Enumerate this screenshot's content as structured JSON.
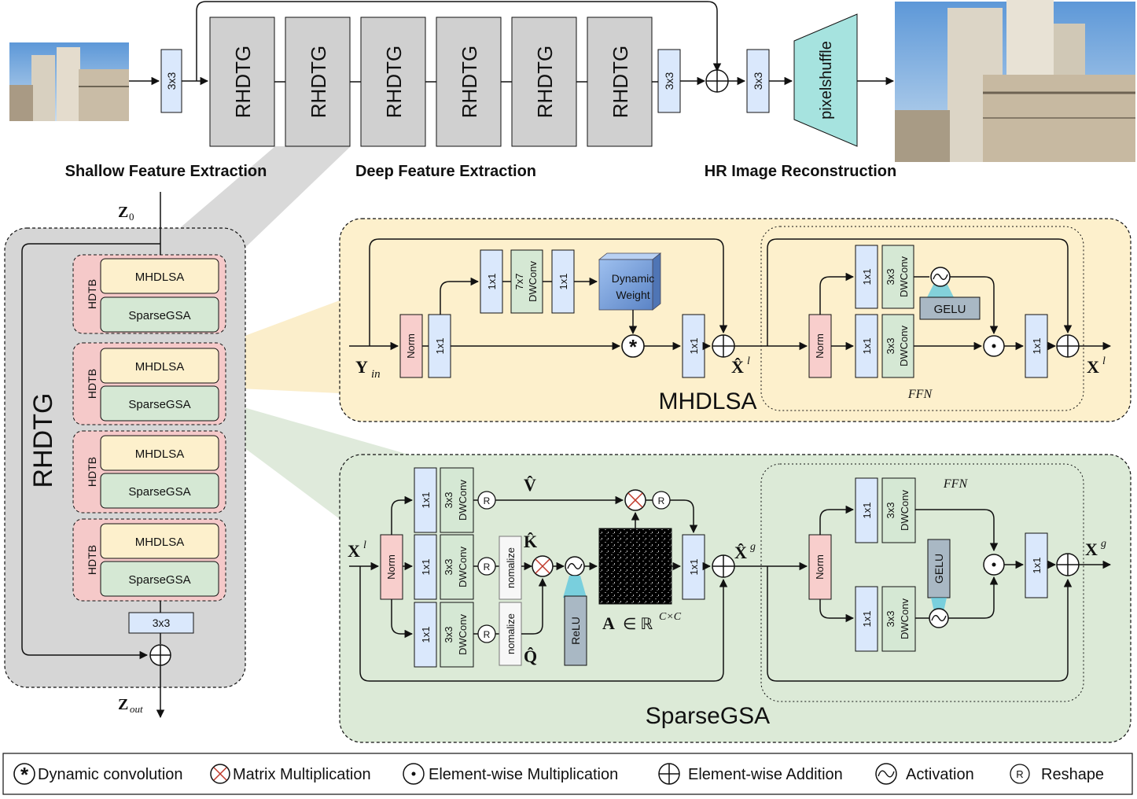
{
  "top": {
    "conv": "3x3",
    "rhdtg": "RHDTG",
    "pixelshuffle": "pixelshuffle",
    "shallow_label": "Shallow Feature Extraction",
    "deep_label": "Deep Feature Extraction",
    "recon_label": "HR Image Reconstruction"
  },
  "rhdtg_panel": {
    "title": "RHDTG",
    "z0": "Z",
    "z0_sub": "0",
    "zout": "Z",
    "zout_sub": "out",
    "hdtb": "HDTB",
    "mhdlsa": "MHDLSA",
    "sparsegsa": "SparseGSA",
    "conv": "3x3"
  },
  "mhdlsa_panel": {
    "title": "MHDLSA",
    "norm": "Norm",
    "conv1": "1x1",
    "conv7_a": "7x7",
    "conv7_b": "DWConv",
    "dyn_a": "Dynamic",
    "dyn_b": "Weight",
    "y_in": "Y",
    "y_in_sub": "in",
    "xhat_l": "X̂",
    "xhat_l_sup": "l",
    "x_l": "X",
    "x_l_sup": "l",
    "ffn": "FFN",
    "dw_a": "3x3",
    "dw_b": "DWConv",
    "gelu": "GELU"
  },
  "sparsegsa_panel": {
    "title": "SparseGSA",
    "x_l": "X",
    "x_l_sup": "l",
    "norm": "Norm",
    "conv1": "1x1",
    "dw_a": "3x3",
    "dw_b": "DWConv",
    "r": "R",
    "v_hat": "V̂",
    "k_hat": "K̂",
    "q_hat": "Q̂",
    "normalize": "nomalize",
    "relu": "ReLU",
    "a_eq": "A",
    "a_in": "∈ ℝ",
    "a_sup": "C×C",
    "xhat_g": "X̂",
    "xhat_g_sup": "g",
    "x_g": "X",
    "x_g_sup": "g",
    "ffn": "FFN",
    "gelu": "GELU"
  },
  "legend": [
    {
      "icon": "dynamic-convolution",
      "label": "Dynamic convolution"
    },
    {
      "icon": "matrix-multiplication",
      "label": "Matrix Multiplication"
    },
    {
      "icon": "element-wise-multiplication",
      "label": "Element-wise Multiplication"
    },
    {
      "icon": "element-wise-addition",
      "label": "Element-wise Addition"
    },
    {
      "icon": "activation",
      "label": "Activation"
    },
    {
      "icon": "reshape",
      "label": "Reshape",
      "glyph": "R"
    }
  ],
  "colors": {
    "conv_blue": "#dae8fc",
    "norm_pink": "#f8cecc",
    "dwconv_green": "#d5e8d4",
    "pixelshuffle_teal": "#a6e3df",
    "mhdlsa_bg": "#fdf0cc",
    "sparsegsa_bg": "#dcead7",
    "rhdtg_gray": "#d6d6d6",
    "hdtb_pink": "#f5c9c9",
    "gelu_gray": "#a9b8c4"
  }
}
